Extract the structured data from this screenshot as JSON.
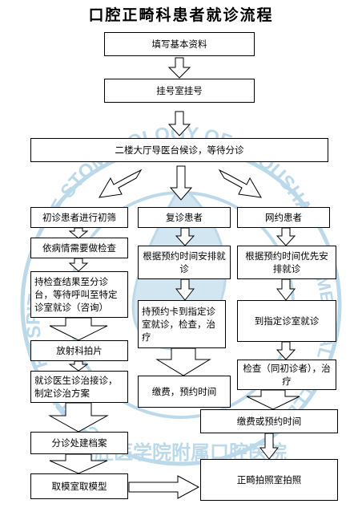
{
  "title": "口腔正畸科患者就诊流程",
  "watermark": {
    "text_top": "OF STOMATOLOGY OF ZHOUSHAN",
    "text_left": "CULTY & HOSPITAL",
    "text_right": "MEDICAL COLLEGE",
    "text_bottom": "口腔医学院附属口腔医院",
    "color": "#bcd9ea"
  },
  "steps": {
    "fill_info": "填写基本资料",
    "register": "挂号室挂号",
    "triage": "二楼大厅导医台候诊，等待分诊",
    "first_visit": "初诊患者进行初筛",
    "exam_needed": "依病情需要做检查",
    "wait_call": "持检查结果至分诊台，等待呼叫至特定诊室就诊（咨询）",
    "radiology": "放射科拍片",
    "doctor_plan": "就诊医生诊治接诊，制定诊治方案",
    "file": "分诊处建档案",
    "mold": "取模室取模型",
    "revisit": "复诊患者",
    "revisit_schedule": "根据预约时间安排就诊",
    "revisit_treat": "持预约卡到指定诊室就诊，检查，治疗",
    "revisit_pay": "缴费，预约时间",
    "online": "网约患者",
    "online_schedule": "根据预约时间优先安排就诊",
    "online_room": "到指定诊室就诊",
    "online_treat": "检查（同初诊者），治疗",
    "pay_appoint": "缴费或预约时间",
    "photo": "正畸拍照室拍照"
  }
}
